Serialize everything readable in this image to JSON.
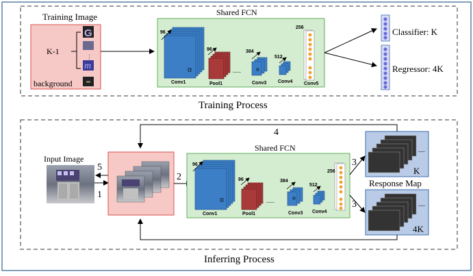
{
  "training": {
    "section_label": "Training Process",
    "image_box_title": "Training Image",
    "k_minus_1": "K-1",
    "background": "background",
    "fcn_title": "Shared FCN",
    "numbers": {
      "n96": "96",
      "n384": "384",
      "n512": "512",
      "n256": "256"
    },
    "layers": {
      "conv1": "Conv1",
      "pool1": "Pool1",
      "conv3": "Conv3",
      "conv4": "Conv4",
      "conv5": "Conv5"
    },
    "classifier": "Classifier: K",
    "regressor": "Regressor: 4K",
    "dots": "......"
  },
  "inferring": {
    "section_label": "Inferring Process",
    "input_image": "Input Image",
    "fcn_title": "Shared FCN",
    "numbers": {
      "n96": "96",
      "n384": "384",
      "n512": "512",
      "n256": "256"
    },
    "layers": {
      "conv1": "Conv1",
      "pool1": "Pool1",
      "conv3": "Conv3",
      "conv4": "Conv4"
    },
    "response_map": "Response Map",
    "map_k": "K",
    "map_4k": "4K",
    "steps": {
      "s1": "1",
      "s2": "2",
      "s3a": "3",
      "s3b": "3",
      "s4": "4",
      "s5": "5"
    },
    "dots": "......"
  },
  "colors": {
    "frame": "#5b7fa6",
    "pink_fill": "#f6c9c6",
    "pink_stroke": "#d9534f",
    "green_fill": "#d4ecd0",
    "green_stroke": "#5fae5a",
    "blue_box_fill": "#b9cbe6",
    "blue_box_stroke": "#3c6cb0",
    "conv_blue": "#3c7fc6",
    "pool_red": "#a93a3a",
    "neuron": "#f2a230",
    "out_neuron": "#6a6ad8"
  }
}
